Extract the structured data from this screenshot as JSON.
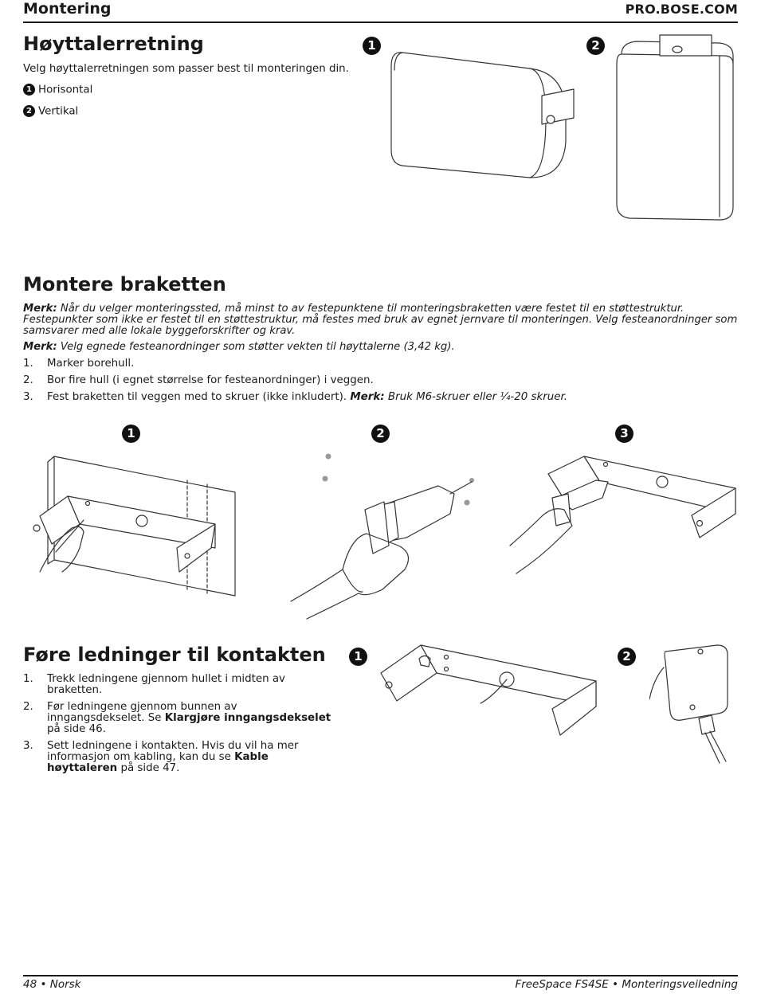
{
  "header": {
    "section": "Montering",
    "site": "PRO.BOSE.COM"
  },
  "speaker_direction": {
    "title": "Høyttalerretning",
    "intro": "Velg høyttalerretningen som passer best til monteringen din.",
    "options": [
      {
        "badge": "1",
        "label": "Horisontal"
      },
      {
        "badge": "2",
        "label": "Vertikal"
      }
    ],
    "figure_badges": [
      "1",
      "2"
    ]
  },
  "mount_bracket": {
    "title": "Montere braketten",
    "note1_label": "Merk:",
    "note1_text": "Når du velger monteringssted, må minst to av festepunktene til monteringsbraketten være festet til en støttestruktur. Festepunkter som ikke er festet til en støttestruktur, må festes med bruk av egnet jernvare til monteringen. Velg festeanordninger som samsvarer med alle lokale byggeforskrifter og krav.",
    "note2_label": "Merk:",
    "note2_text": "Velg egnede festeanordninger som støtter vekten til høyttalerne (3,42 kg).",
    "steps": [
      {
        "num": "1.",
        "text": "Marker borehull."
      },
      {
        "num": "2.",
        "text": "Bor fire hull (i egnet størrelse for festeanordninger) i veggen."
      },
      {
        "num": "3.",
        "text": "Fest braketten til veggen med to skruer (ikke inkludert).",
        "note_label": "Merk:",
        "note_text": "Bruk M6-skruer eller ¼-20 skruer."
      }
    ],
    "figure_badges": [
      "1",
      "2",
      "3"
    ]
  },
  "route_wires": {
    "title": "Føre ledninger til kontakten",
    "steps": [
      {
        "num": "1.",
        "text": "Trekk ledningene gjennom hullet i midten av braketten."
      },
      {
        "num": "2.",
        "text_a": "Før ledningene gjennom bunnen av inngangsdekselet. Se ",
        "bold": "Klargjøre inngangsdekselet",
        "text_b": " på side 46."
      },
      {
        "num": "3.",
        "text_a": "Sett ledningene i kontakten. Hvis du vil ha mer informasjon om kabling, kan du se ",
        "bold": "Kable høyttaleren",
        "text_b": " på side 47."
      }
    ],
    "figure_badges": [
      "1",
      "2"
    ]
  },
  "footer": {
    "left": "48 • Norsk",
    "right": "FreeSpace FS4SE • Monteringsveiledning"
  }
}
